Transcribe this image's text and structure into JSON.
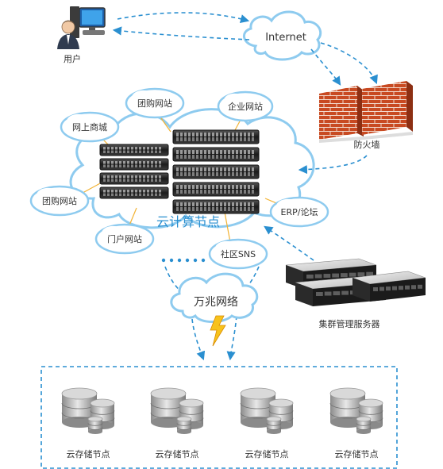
{
  "labels": {
    "user": "用户",
    "internet": "Internet",
    "firewall": "防火墙",
    "cloud_core": "云计算节点",
    "network": "万兆网络",
    "cluster": "集群管理服务器"
  },
  "bubbles": [
    "团购网站",
    "企业网站",
    "网上商城",
    "团购网站",
    "门户网站",
    "社区SNS",
    "ERP/论坛"
  ],
  "storage_nodes": [
    "云存储节点",
    "云存储节点",
    "云存储节点",
    "云存储节点"
  ],
  "colors": {
    "accent": "#2a8fd0",
    "cloud_stroke": "#8ecbef",
    "cloud_fill": "#ffffff",
    "link_line": "#f2b233",
    "firewall": "#c84a22",
    "bolt": "#f7c21b"
  },
  "icons": {
    "user": "user-computer-icon",
    "firewall": "brick-wall-icon",
    "rack": "rack-server-icon",
    "server": "server-icon",
    "storage": "storage-disk-icon",
    "bolt": "lightning-bolt-icon"
  }
}
